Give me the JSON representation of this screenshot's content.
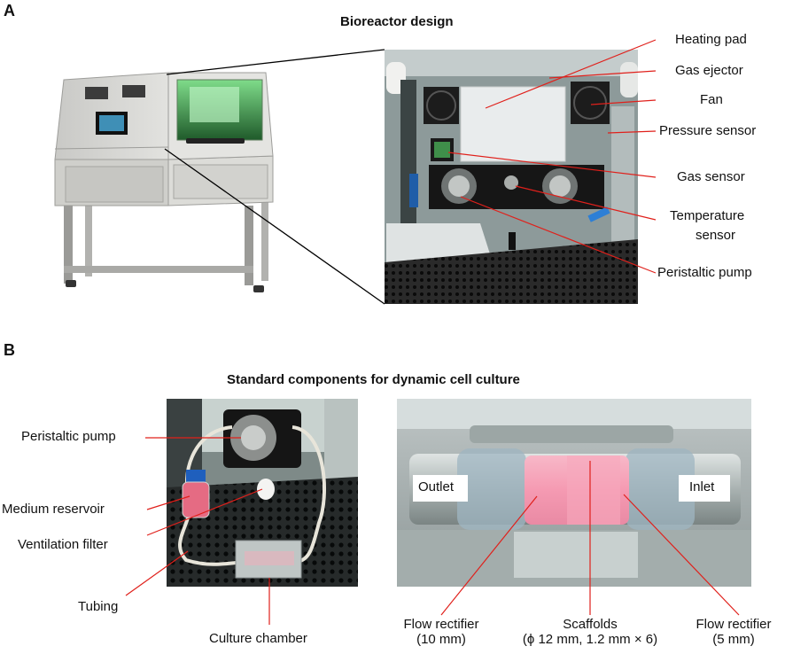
{
  "panel_a": {
    "letter": "A",
    "title": "Bioreactor design",
    "labels": [
      "Heating pad",
      "Gas ejector",
      "Fan",
      "Pressure sensor",
      "Gas sensor",
      "Temperature",
      "sensor",
      "Peristaltic pump"
    ]
  },
  "panel_b": {
    "letter": "B",
    "title": "Standard components for dynamic cell culture",
    "left_labels": [
      "Peristaltic pump",
      "Medium  reservoir",
      "Ventilation filter",
      "Tubing",
      "Culture chamber"
    ],
    "photo_labels": {
      "outlet": "Outlet",
      "inlet": "Inlet"
    },
    "bottom_labels": [
      {
        "line1": "Flow rectifier",
        "line2": "(10 mm)"
      },
      {
        "line1": "Scaffolds",
        "line2": "(ϕ 12 mm, 1.2 mm × 6)"
      },
      {
        "line1": "Flow rectifier",
        "line2": "(5 mm)"
      }
    ]
  },
  "colors": {
    "leader_line": "#e0201b",
    "zoom_line": "#000000"
  }
}
